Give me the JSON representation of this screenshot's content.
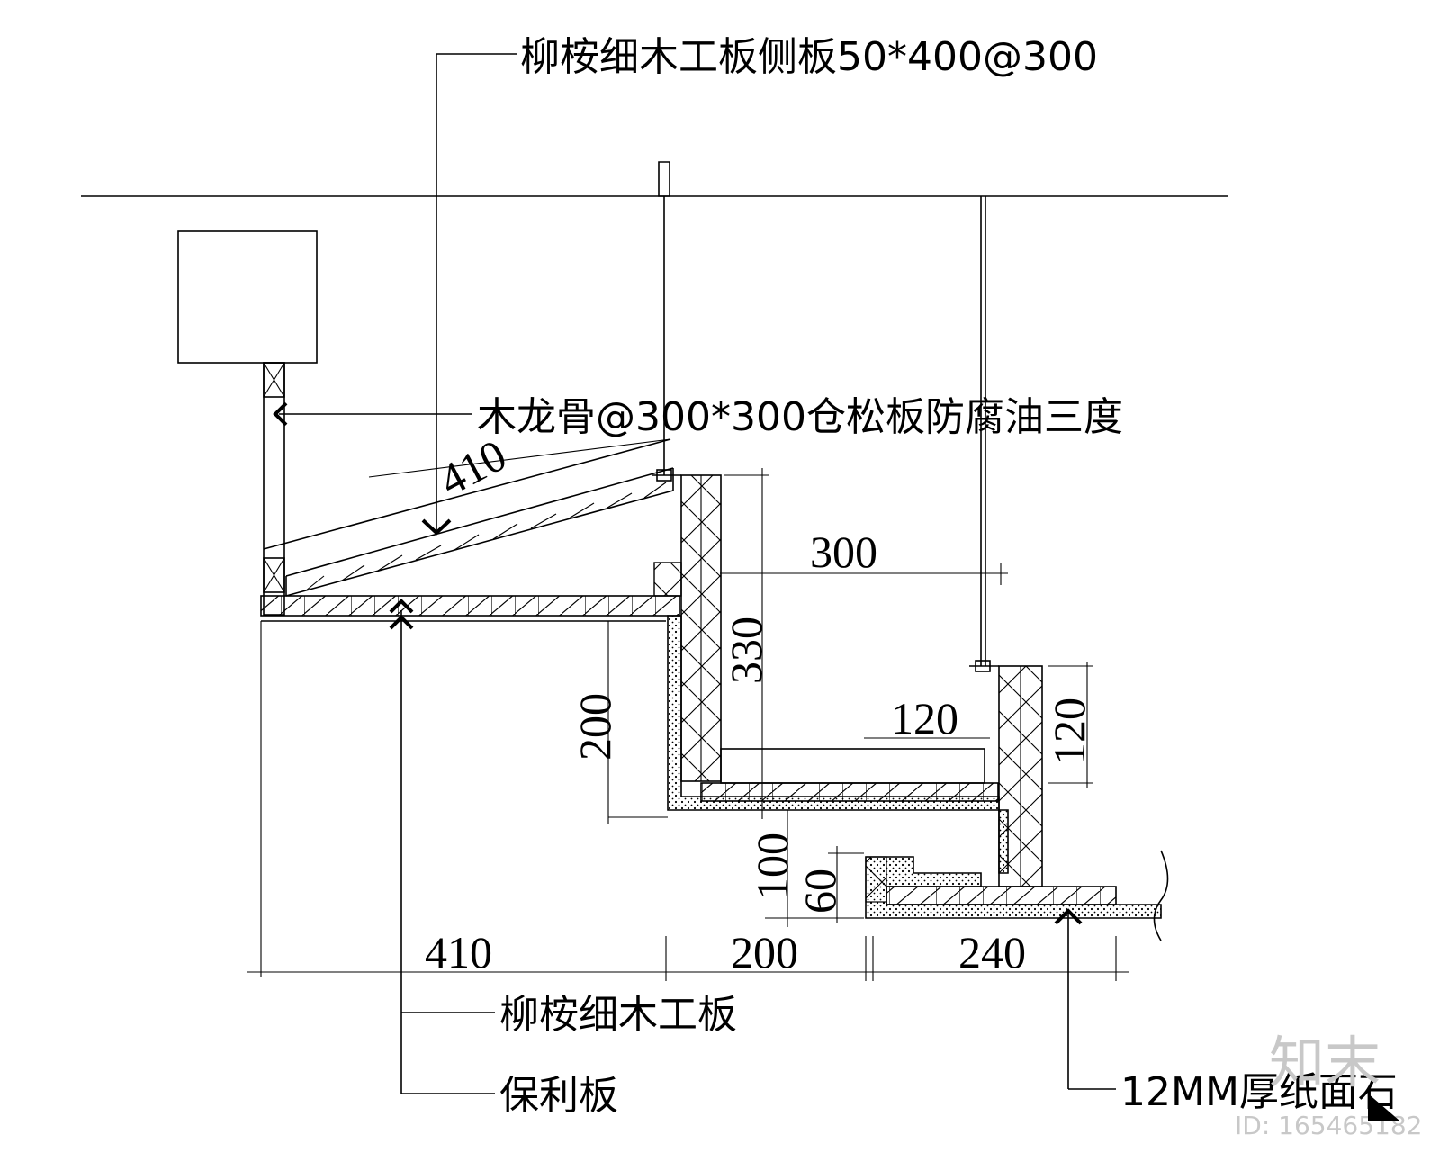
{
  "labels": {
    "top_board": "柳桉细木工板侧板50*400@300",
    "keel": "木龙骨@300*300仓松板防腐油三度",
    "plywood": "柳桉细木工板",
    "poly_board": "保利板",
    "stone": "12MM厚纸面石"
  },
  "dimensions": {
    "slope": "410",
    "width_300": "300",
    "height_330": "330",
    "height_200": "200",
    "width_120": "120",
    "height_120": "120",
    "height_100": "100",
    "height_60": "60",
    "bottom_410": "410",
    "bottom_200": "200",
    "bottom_240": "240"
  },
  "watermark": {
    "brand": "知末",
    "id": "ID: 165465182"
  }
}
